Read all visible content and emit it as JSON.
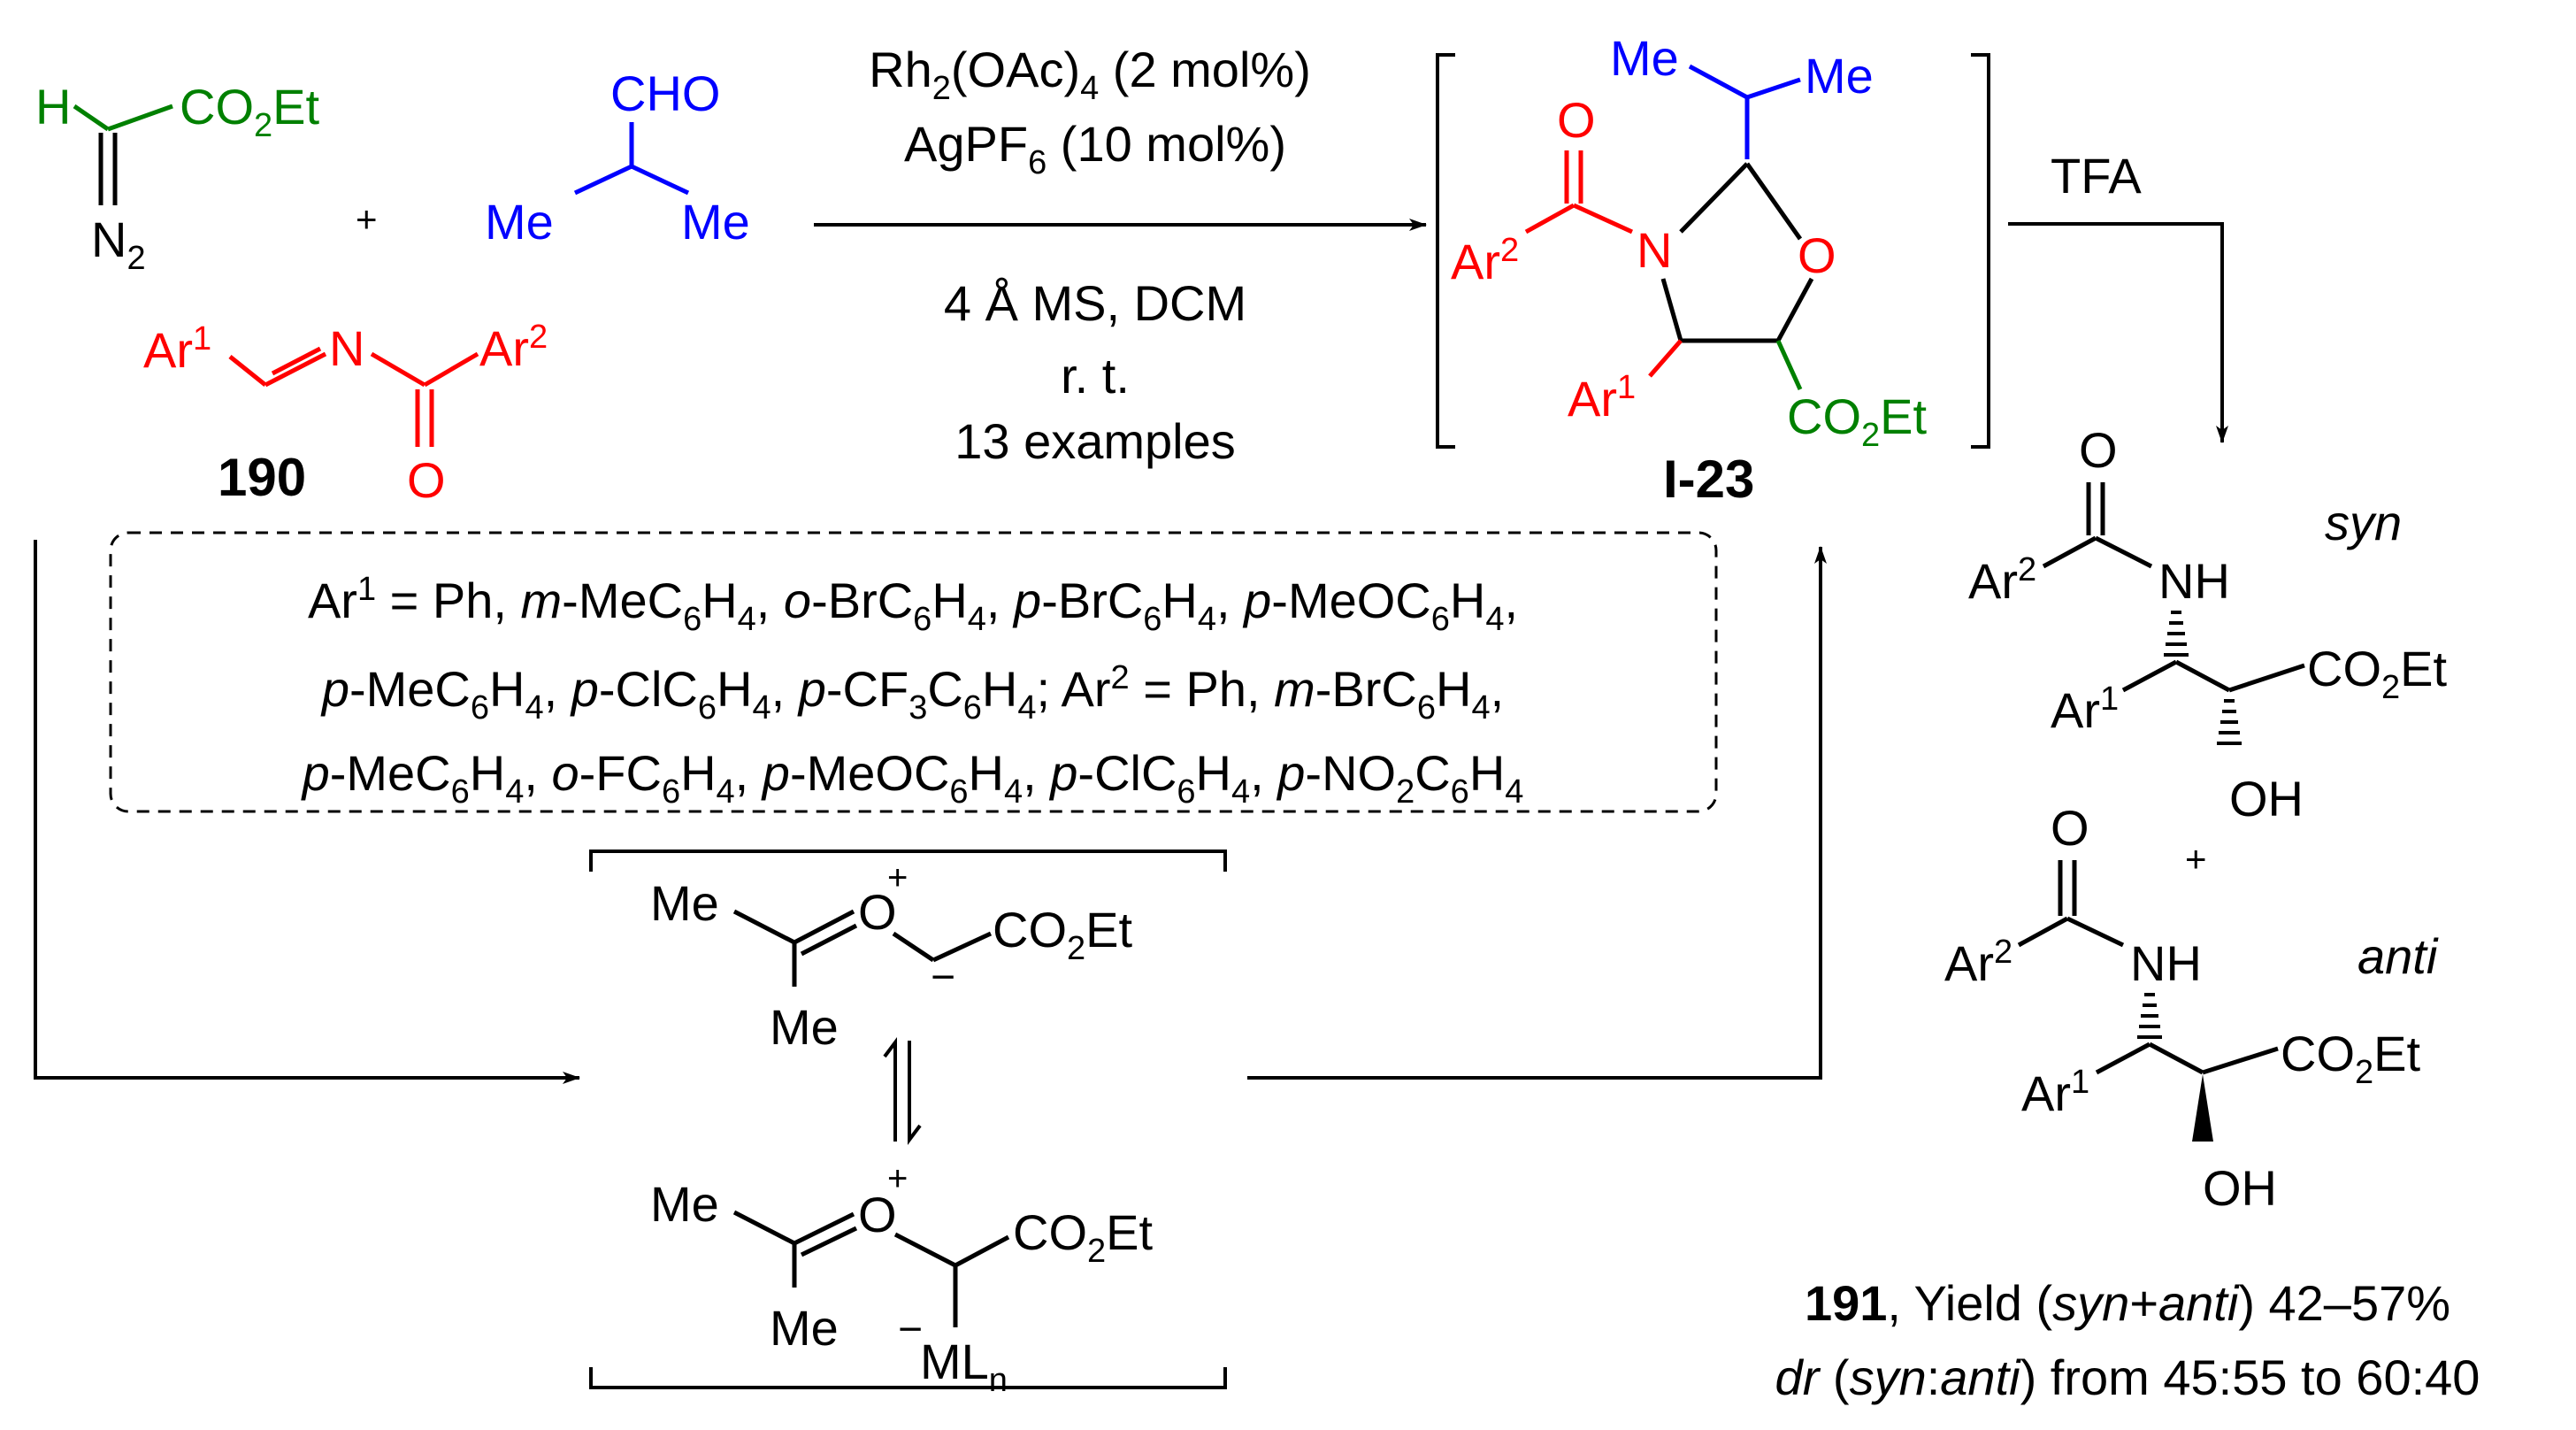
{
  "colors": {
    "black": "#000000",
    "red": "#ff0000",
    "green": "#008000",
    "blue": "#0000ff"
  },
  "reagents": {
    "diazo": {
      "h": "H",
      "co2": "CO",
      "co2_sub": "2",
      "et": "Et",
      "n2": "N",
      "n2_sub": "2"
    },
    "aldehyde": {
      "cho": "CHO",
      "me1": "Me",
      "me2": "Me"
    },
    "plus": "+",
    "imine": {
      "ar1": "Ar",
      "ar1_sup": "1",
      "n": "N",
      "ar2": "Ar",
      "ar2_sup": "2",
      "o": "O"
    },
    "imine_label": "190"
  },
  "conditions": {
    "above": {
      "rh": "Rh",
      "rh_sub": "2",
      "oac": "(OAc)",
      "oac_sub": "4",
      "rh_rest": " (2 mol%)",
      "ag": "AgPF",
      "ag_sub": "6",
      "ag_rest": " (10 mol%)"
    },
    "below": {
      "line1": "4 Å MS, DCM",
      "line2": "r. t.",
      "line3": "13 examples"
    }
  },
  "intermediate": {
    "label": "I-23",
    "me1": "Me",
    "me2": "Me",
    "o_carbonyl": "O",
    "ar2": "Ar",
    "ar2_sup": "2",
    "n": "N",
    "o_ring": "O",
    "ar1": "Ar",
    "ar1_sup": "1",
    "co2et": "CO",
    "co2et_sub": "2",
    "co2et_tail": "Et"
  },
  "step2": {
    "reagent": "TFA"
  },
  "scope_box": {
    "lines": [
      [
        {
          "t": "Ar"
        },
        {
          "t": "1",
          "s": "sup"
        },
        {
          "t": " = Ph, "
        },
        {
          "t": "m",
          "s": "i"
        },
        {
          "t": "-MeC"
        },
        {
          "t": "6",
          "s": "sub"
        },
        {
          "t": "H"
        },
        {
          "t": "4",
          "s": "sub"
        },
        {
          "t": ", "
        },
        {
          "t": "o",
          "s": "i"
        },
        {
          "t": "-BrC"
        },
        {
          "t": "6",
          "s": "sub"
        },
        {
          "t": "H"
        },
        {
          "t": "4",
          "s": "sub"
        },
        {
          "t": ", "
        },
        {
          "t": "p",
          "s": "i"
        },
        {
          "t": "-BrC"
        },
        {
          "t": "6",
          "s": "sub"
        },
        {
          "t": "H"
        },
        {
          "t": "4",
          "s": "sub"
        },
        {
          "t": ", "
        },
        {
          "t": "p",
          "s": "i"
        },
        {
          "t": "-MeOC"
        },
        {
          "t": "6",
          "s": "sub"
        },
        {
          "t": "H"
        },
        {
          "t": "4",
          "s": "sub"
        },
        {
          "t": ","
        }
      ],
      [
        {
          "t": "p",
          "s": "i"
        },
        {
          "t": "-MeC"
        },
        {
          "t": "6",
          "s": "sub"
        },
        {
          "t": "H"
        },
        {
          "t": "4",
          "s": "sub"
        },
        {
          "t": ", "
        },
        {
          "t": "p",
          "s": "i"
        },
        {
          "t": "-ClC"
        },
        {
          "t": "6",
          "s": "sub"
        },
        {
          "t": "H"
        },
        {
          "t": "4",
          "s": "sub"
        },
        {
          "t": ", "
        },
        {
          "t": "p",
          "s": "i"
        },
        {
          "t": "-CF"
        },
        {
          "t": "3",
          "s": "sub"
        },
        {
          "t": "C"
        },
        {
          "t": "6",
          "s": "sub"
        },
        {
          "t": "H"
        },
        {
          "t": "4",
          "s": "sub"
        },
        {
          "t": "; Ar"
        },
        {
          "t": "2",
          "s": "sup"
        },
        {
          "t": " = Ph, "
        },
        {
          "t": "m",
          "s": "i"
        },
        {
          "t": "-BrC"
        },
        {
          "t": "6",
          "s": "sub"
        },
        {
          "t": "H"
        },
        {
          "t": "4",
          "s": "sub"
        },
        {
          "t": ","
        }
      ],
      [
        {
          "t": "p",
          "s": "i"
        },
        {
          "t": "-MeC"
        },
        {
          "t": "6",
          "s": "sub"
        },
        {
          "t": "H"
        },
        {
          "t": "4",
          "s": "sub"
        },
        {
          "t": ", "
        },
        {
          "t": "o",
          "s": "i"
        },
        {
          "t": "-FC"
        },
        {
          "t": "6",
          "s": "sub"
        },
        {
          "t": "H"
        },
        {
          "t": "4",
          "s": "sub"
        },
        {
          "t": ", "
        },
        {
          "t": "p",
          "s": "i"
        },
        {
          "t": "-MeOC"
        },
        {
          "t": "6",
          "s": "sub"
        },
        {
          "t": "H"
        },
        {
          "t": "4",
          "s": "sub"
        },
        {
          "t": ", "
        },
        {
          "t": "p",
          "s": "i"
        },
        {
          "t": "-ClC"
        },
        {
          "t": "6",
          "s": "sub"
        },
        {
          "t": "H"
        },
        {
          "t": "4",
          "s": "sub"
        },
        {
          "t": ", "
        },
        {
          "t": "p",
          "s": "i"
        },
        {
          "t": "-NO"
        },
        {
          "t": "2",
          "s": "sub"
        },
        {
          "t": "C"
        },
        {
          "t": "6",
          "s": "sub"
        },
        {
          "t": "H"
        },
        {
          "t": "4",
          "s": "sub"
        }
      ]
    ]
  },
  "ylides": {
    "top": {
      "me1": "Me",
      "me2": "Me",
      "o": "O",
      "plus": "+",
      "minus": "−",
      "co2": "CO",
      "co2_sub": "2",
      "et": "Et"
    },
    "bottom": {
      "me1": "Me",
      "me2": "Me",
      "o": "O",
      "plus": "+",
      "minus": "−",
      "co2": "CO",
      "co2_sub": "2",
      "et": "Et",
      "ml": "ML",
      "ml_sub": "n"
    }
  },
  "products": {
    "syn": {
      "tag": "syn",
      "o": "O",
      "ar2": "Ar",
      "ar2_sup": "2",
      "nh": "NH",
      "ar1": "Ar",
      "ar1_sup": "1",
      "co2": "CO",
      "co2_sub": "2",
      "et": "Et",
      "oh": "OH"
    },
    "plus": "+",
    "anti": {
      "tag": "anti",
      "o": "O",
      "ar2": "Ar",
      "ar2_sup": "2",
      "nh": "NH",
      "ar1": "Ar",
      "ar1_sup": "1",
      "co2": "CO",
      "co2_sub": "2",
      "et": "Et",
      "oh": "OH"
    },
    "summary": {
      "num": "191",
      "yield_pre": ", Yield (",
      "syn": "syn",
      "plus": "+",
      "anti": "anti",
      "yield_post": ") 42–57%",
      "dr": "dr",
      "dr_open": " (",
      "dr_syn": "syn",
      "dr_colon": ":",
      "dr_anti": "anti",
      "dr_post": ") from 45:55 to 60:40"
    }
  }
}
